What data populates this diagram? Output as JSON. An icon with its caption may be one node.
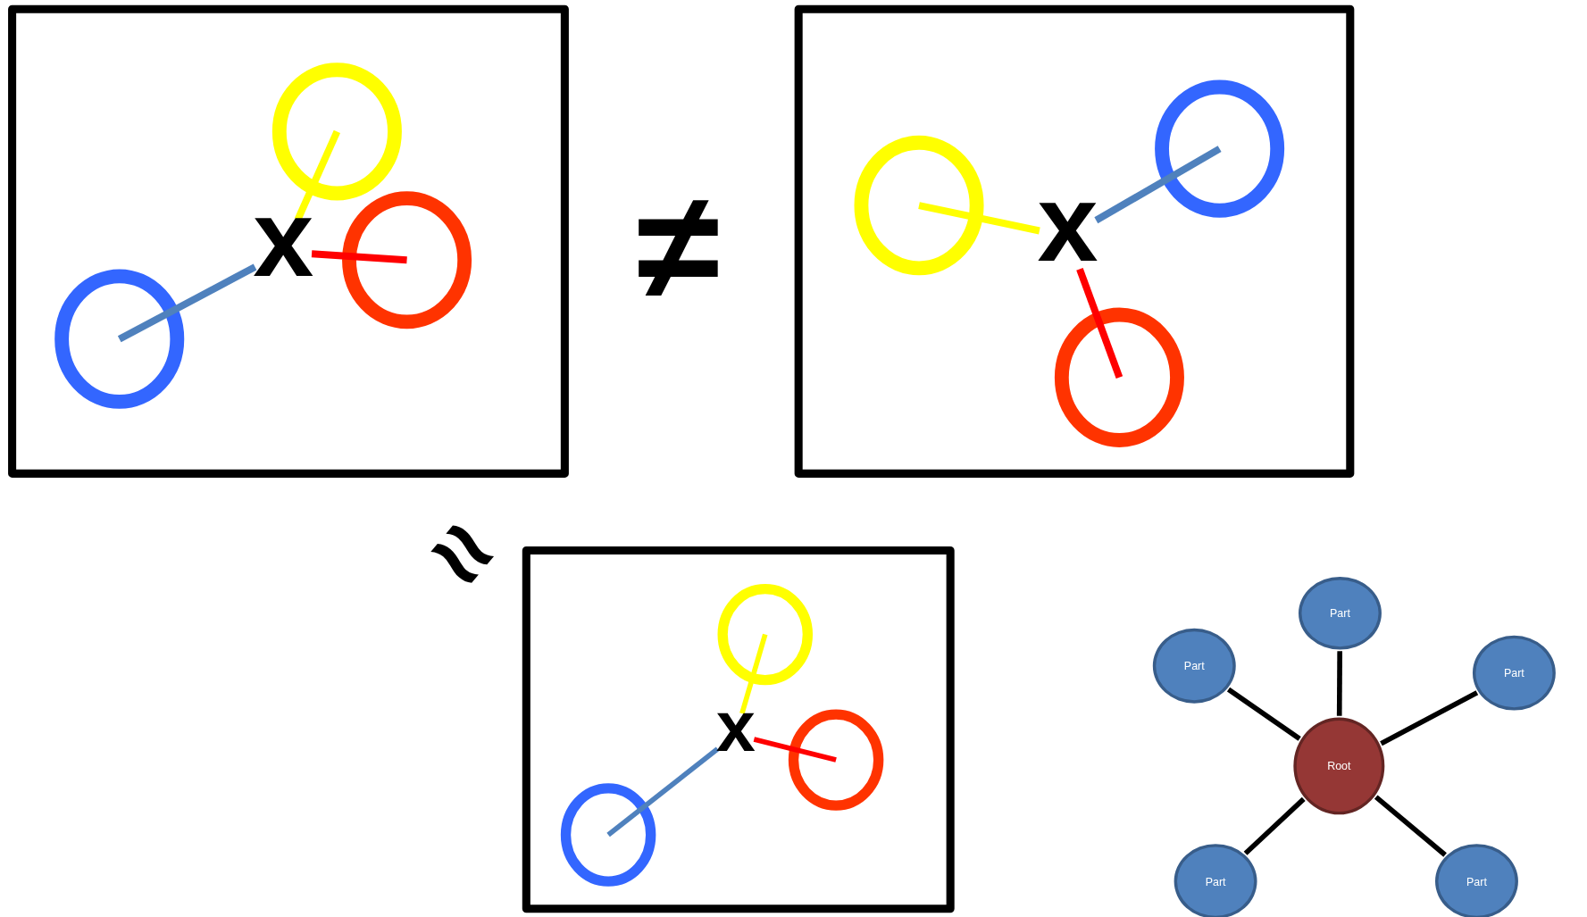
{
  "diagram": {
    "nodes": [
      {
        "text": [],
        "shape": "box"
      },
      {
        "text": [],
        "shape": "circle",
        "in": 0
      },
      {
        "text": [
          "x"
        ],
        "in": 0
      },
      {
        "text": [],
        "shape": "circle",
        "in": 0
      },
      {
        "text": [],
        "shape": "circle",
        "in": 0
      },
      {
        "text": [],
        "shape": "box"
      },
      {
        "text": [],
        "shape": "circle",
        "in": 5
      },
      {
        "text": [
          "x"
        ],
        "in": 5
      },
      {
        "text": [],
        "shape": "circle",
        "in": 5
      },
      {
        "text": [],
        "shape": "circle",
        "in": 5
      },
      {
        "text": [],
        "shape": "box"
      },
      {
        "text": [],
        "shape": "circle",
        "in": 10
      },
      {
        "text": [
          "x"
        ],
        "in": 10
      },
      {
        "text": [],
        "shape": "circle",
        "in": 10
      },
      {
        "text": [],
        "shape": "circle",
        "in": 10
      },
      {
        "text": [
          "Part"
        ]
      },
      {
        "text": [
          "Part"
        ]
      },
      {
        "text": [
          "Part"
        ]
      },
      {
        "text": [
          "Root"
        ]
      },
      {
        "text": [
          "Part"
        ]
      },
      {
        "text": [
          "Part"
        ]
      }
    ],
    "edges": [
      {
        "from": 2,
        "to": 1,
        "arrow": "none",
        "color": "#ffff00"
      },
      {
        "from": 2,
        "to": 3,
        "arrow": "none",
        "color": "#ff0000"
      },
      {
        "from": 2,
        "to": 4,
        "arrow": "none",
        "color": "#4f81bd"
      },
      {
        "from": 7,
        "to": 6,
        "arrow": "none",
        "color": "#ffff00"
      },
      {
        "from": 7,
        "to": 8,
        "arrow": "none",
        "color": "#4f81bd"
      },
      {
        "from": 7,
        "to": 9,
        "arrow": "none",
        "color": "#ff0000"
      },
      {
        "from": 12,
        "to": 11,
        "arrow": "none",
        "color": "#ffff00"
      },
      {
        "from": 12,
        "to": 13,
        "arrow": "none",
        "color": "#ff0000"
      },
      {
        "from": 12,
        "to": 14,
        "arrow": "none",
        "color": "#4f81bd"
      },
      {
        "from": 18,
        "to": 15,
        "arrow": "none"
      },
      {
        "from": 18,
        "to": 16,
        "arrow": "none"
      },
      {
        "from": 18,
        "to": 17,
        "arrow": "none"
      },
      {
        "from": 18,
        "to": 19,
        "arrow": "none"
      },
      {
        "from": 18,
        "to": 20,
        "arrow": "none"
      }
    ],
    "labels": [
      "≠",
      "≈"
    ]
  }
}
